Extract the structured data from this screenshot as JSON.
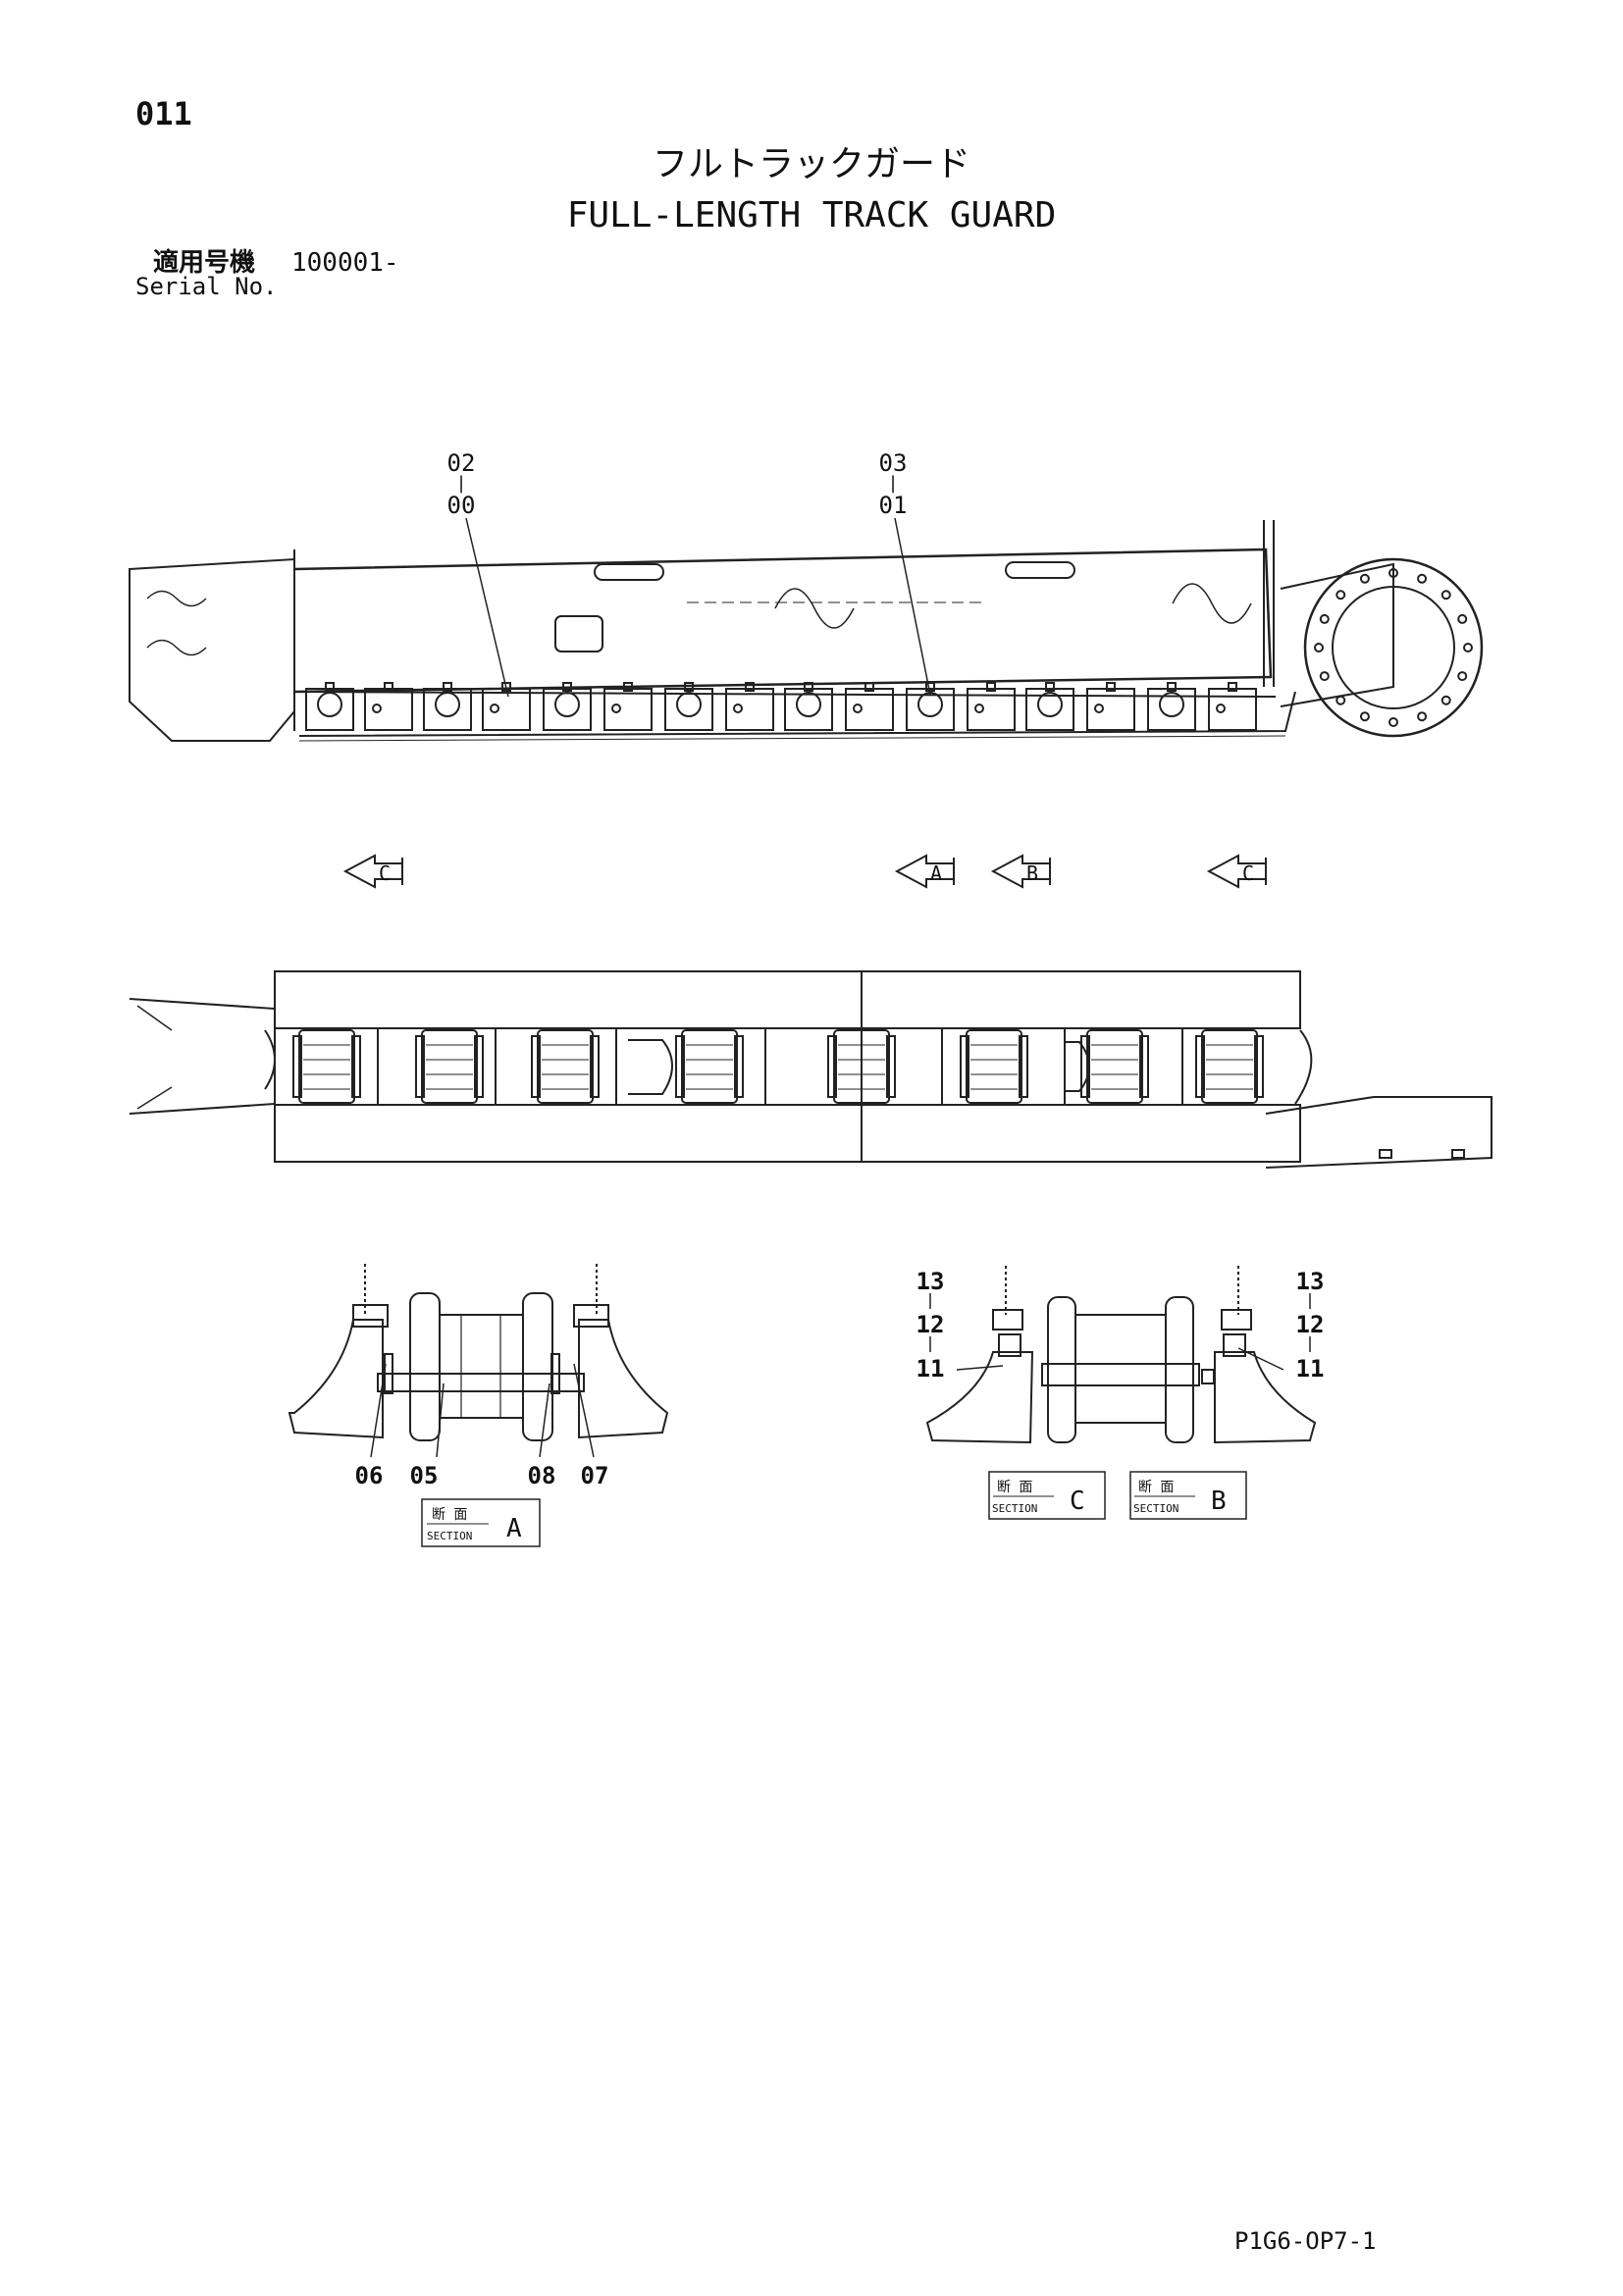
{
  "header": {
    "page_number": "011",
    "title_jp": "フルトラックガード",
    "title_en": "FULL-LENGTH TRACK GUARD",
    "serial_label_jp": "適用号機",
    "serial_label_en": "Serial No.",
    "serial_value": "100001-"
  },
  "side_view": {
    "callouts": [
      {
        "top": "02",
        "bottom": "00"
      },
      {
        "top": "03",
        "bottom": "01"
      }
    ],
    "dash": "|"
  },
  "section_arrows": {
    "left_c": "C",
    "a": "A",
    "b": "B",
    "right_c": "C"
  },
  "section_a": {
    "labels": [
      "06",
      "05",
      "08",
      "07"
    ],
    "tag_jp": "断 面",
    "tag_en": "SECTION",
    "letter": "A"
  },
  "section_cb": {
    "left_labels": [
      "13",
      "12",
      "11"
    ],
    "right_labels": [
      "13",
      "12",
      "11"
    ],
    "tag_c_jp": "断 面",
    "tag_c_en": "SECTION",
    "tag_c_letter": "C",
    "tag_b_jp": "断 面",
    "tag_b_en": "SECTION",
    "tag_b_letter": "B"
  },
  "footer": {
    "drawing_code": "P1G6-OP7-1"
  }
}
